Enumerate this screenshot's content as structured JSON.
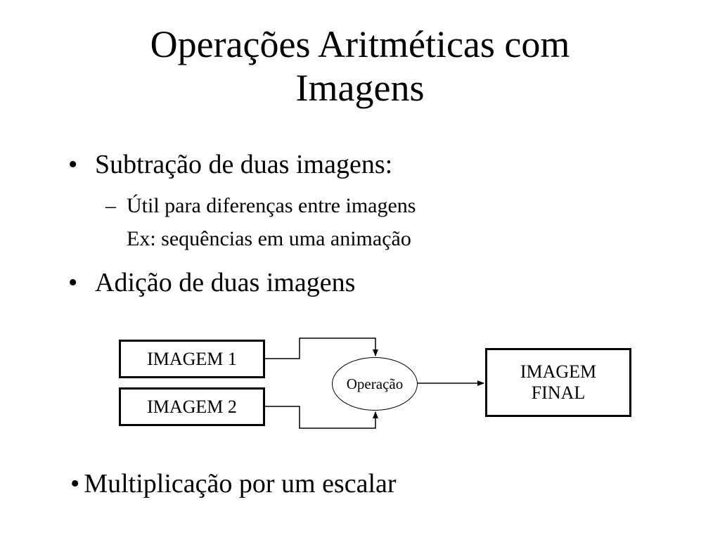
{
  "slide": {
    "title_line1": "Operações Aritméticas com",
    "title_line2": "Imagens",
    "bullet_mark": "•",
    "sub_dash": "–",
    "bullets": [
      {
        "text": "Subtração de duas imagens:",
        "subitems": [
          "Útil para diferenças entre imagens",
          "Ex: sequências em uma animação"
        ]
      },
      {
        "text": "Adição de duas imagens"
      },
      {
        "text": "Multiplicação por um escalar"
      }
    ]
  },
  "diagram": {
    "input1": "IMAGEM 1",
    "input2": "IMAGEM 2",
    "operation": "Operação",
    "output_line1": "IMAGEM",
    "output_line2": "FINAL"
  }
}
